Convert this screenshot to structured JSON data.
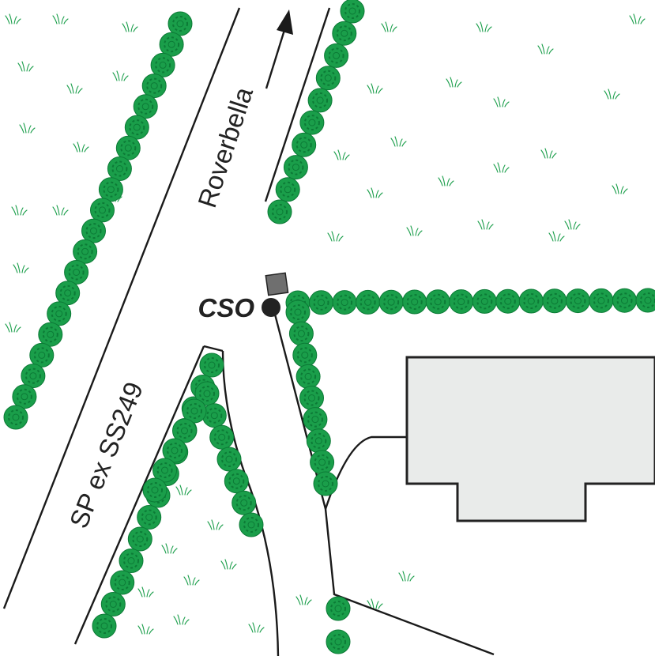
{
  "map": {
    "labels": {
      "road_main": "SP ex SS249",
      "road_direction": "Roverbella",
      "cso": "CSO"
    },
    "colors": {
      "background": "#ffffff",
      "hedge_fill": "#1a9e4a",
      "hedge_dark": "#0c7a36",
      "grass": "#1a9e4a",
      "building_fill": "#e9ebea",
      "building_stroke": "#222222",
      "road_line": "#1a1a1a",
      "cso_marker": "#222222",
      "cso_box": "#6f6f6f"
    },
    "icons": {
      "grass": "grass-tuft-icon",
      "hedge": "shrub-icon",
      "direction": "arrow-icon",
      "cso": "outfall-marker-icon"
    }
  }
}
